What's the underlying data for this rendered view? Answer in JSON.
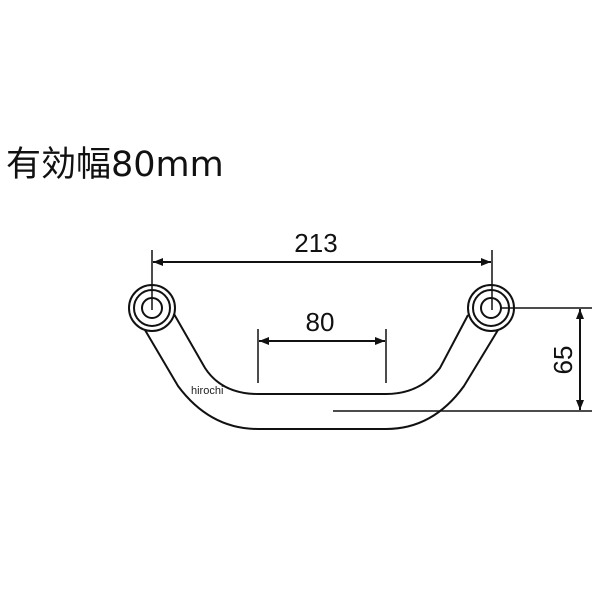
{
  "title": "有効幅80mm",
  "dimensions": {
    "overall_width": "213",
    "effective_width": "80",
    "height": "65"
  },
  "watermark": "hirochi"
}
